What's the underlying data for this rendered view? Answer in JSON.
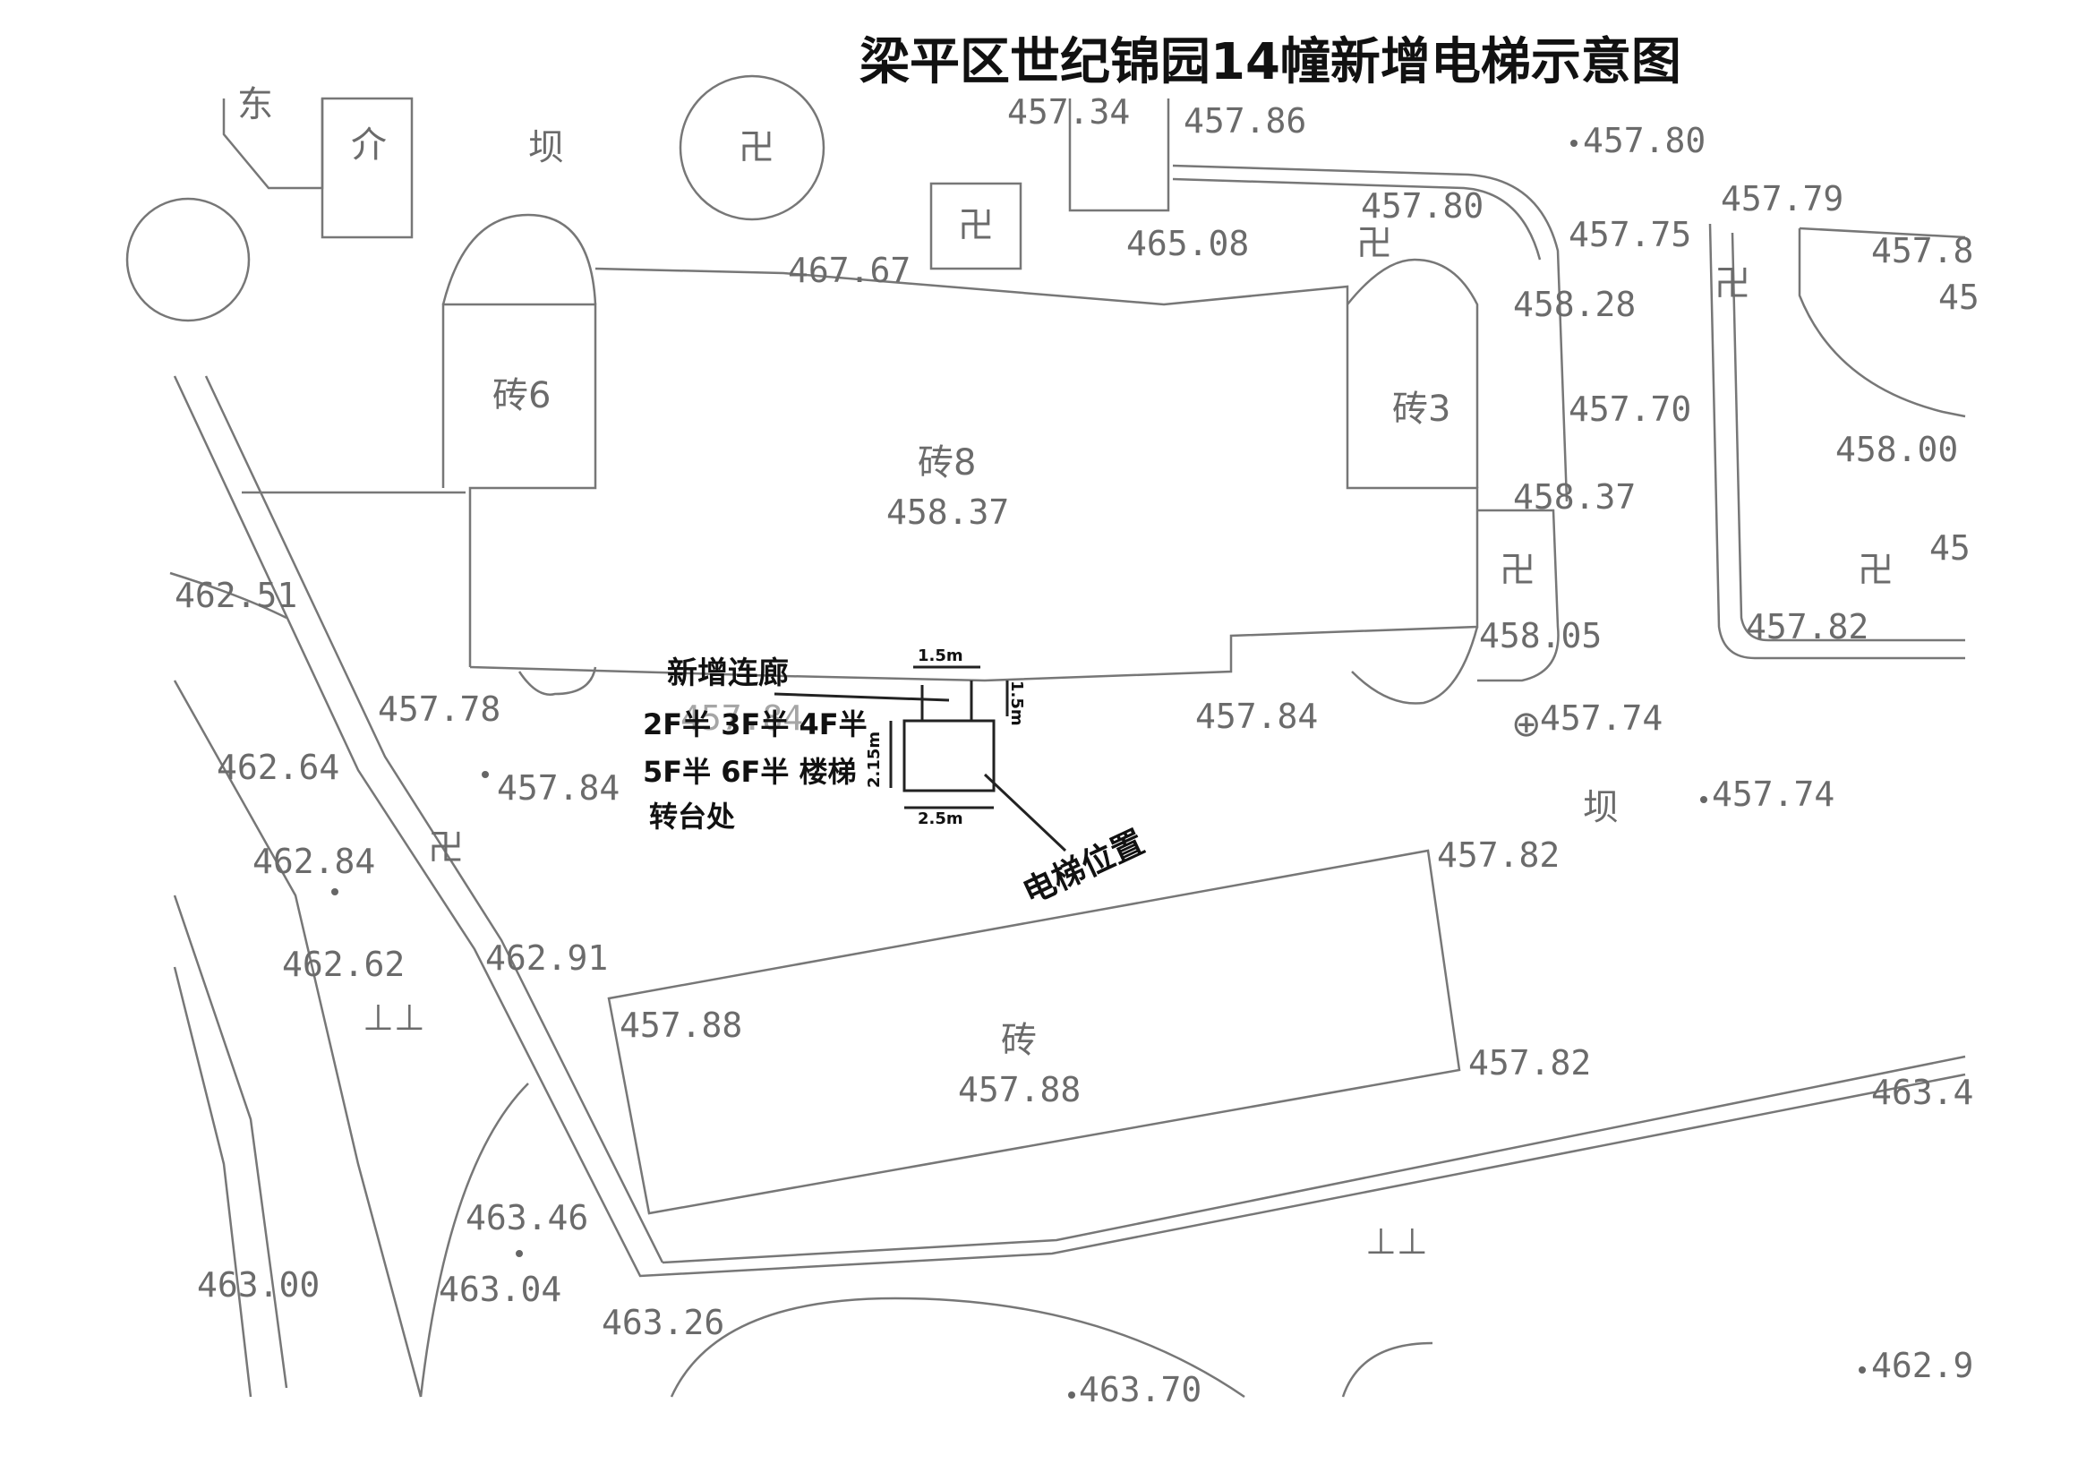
{
  "title": "梁平区世纪锦园14幢新增电梯示意图",
  "colors": {
    "map_ink": "#6b6b6b",
    "hand_ink": "#111111",
    "paper": "#ffffff"
  },
  "buildings": {
    "main": {
      "material": "砖8",
      "elevation": "458.37"
    },
    "left_wing": {
      "material": "砖6"
    },
    "right_wing": {
      "material": "砖3"
    },
    "lower_block": {
      "material": "砖",
      "elevation": "457.88"
    }
  },
  "area_labels": {
    "dam_top": "坝",
    "dam_right": "坝",
    "partial": "东",
    "wan": "卍"
  },
  "elevations": [
    "457.34",
    "457.86",
    "457.80",
    "457.80",
    "457.79",
    "457.75",
    "465.08",
    "467.67",
    "458.28",
    "457.70",
    "458.37",
    "458.05",
    "458.00",
    "457.82",
    "457.74",
    "457.74",
    "457.84",
    "457.84",
    "457.78",
    "457.84",
    "462.51",
    "462.64",
    "462.84",
    "462.62",
    "462.91",
    "457.88",
    "457.82",
    "457.82",
    "463.46",
    "463.04",
    "463.00",
    "463.26",
    "463.70",
    "462.9",
    "463.4",
    "457.8",
    "45",
    "45"
  ],
  "annotations": {
    "corridor_line1": "新增连廊",
    "corridor_line2": "2F半 3F半 4F半",
    "corridor_line3": "5F半 6F半 楼梯",
    "corridor_line4": "转台处",
    "elevator": "电梯位置",
    "dim_top": "1.5m",
    "dim_right": "1.5m",
    "dim_bottom": "2.5m",
    "dim_left": "2.15m"
  }
}
